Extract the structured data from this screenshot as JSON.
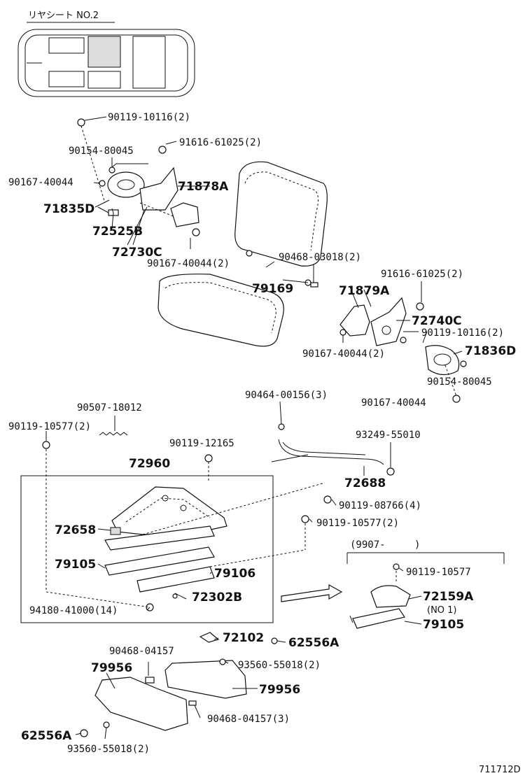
{
  "header": {
    "title": "リヤシート NO.2"
  },
  "footer": {
    "diagram_id": "711712D"
  },
  "callouts": {
    "c01": "90119-10116(2)",
    "c02": "90154-80045",
    "c03": "91616-61025(2)",
    "c04": "90167-40044",
    "c05": "71878A",
    "c06": "71835D",
    "c07": "72525B",
    "c08": "72730C",
    "c09": "90167-40044(2)",
    "c10": "90468-03018(2)",
    "c11": "79169",
    "c12": "91616-61025(2)",
    "c13": "71879A",
    "c14": "72740C",
    "c15": "90119-10116(2)",
    "c16": "90167-40044(2)",
    "c17": "71836D",
    "c18": "90154-80045",
    "c19": "90167-40044",
    "c20": "90464-00156(3)",
    "c21": "90507-18012",
    "c22": "90119-10577(2)",
    "c23": "90119-12165",
    "c24": "93249-55010",
    "c25": "72960",
    "c26": "72688",
    "c27": "90119-08766(4)",
    "c28": "90119-10577(2)",
    "c29": "72658",
    "c30": "79105",
    "c31": "79106",
    "c32": "72302B",
    "c33": "94180-41000(14)",
    "c34": "(9907-",
    "c35": ")",
    "c36": "90119-10577",
    "c37": "72159A",
    "c38": "(NO 1)",
    "c39": "79105",
    "c40": "72102",
    "c41": "62556A",
    "c42": "90468-04157",
    "c43": "79956",
    "c44": "93560-55018(2)",
    "c45": "79956",
    "c46": "90468-04157(3)",
    "c47": "62556A",
    "c48": "93560-55018(2)"
  }
}
